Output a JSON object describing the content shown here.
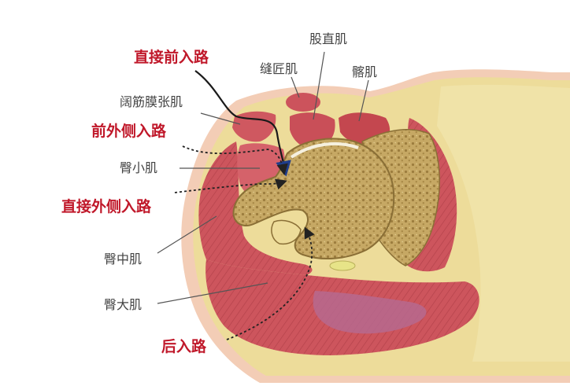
{
  "labels": {
    "rectus_femoris": "股直肌",
    "sartorius": "缝匠肌",
    "iliacus": "髂肌",
    "tfl": "阔筋膜张肌",
    "gluteus_minimus": "臀小肌",
    "gluteus_medius": "臀中肌",
    "gluteus_maximus": "臀大肌"
  },
  "approaches": {
    "direct_anterior": "直接前入路",
    "anterolateral": "前外侧入路",
    "direct_lateral": "直接外侧入路",
    "posterior": "后入路"
  },
  "colors": {
    "approach_text": "#c0182a",
    "label_text": "#444444",
    "muscle": "#c8525a",
    "fat": "#eddc9a",
    "bone": "#c2a563",
    "skin": "#f3cdb6"
  }
}
